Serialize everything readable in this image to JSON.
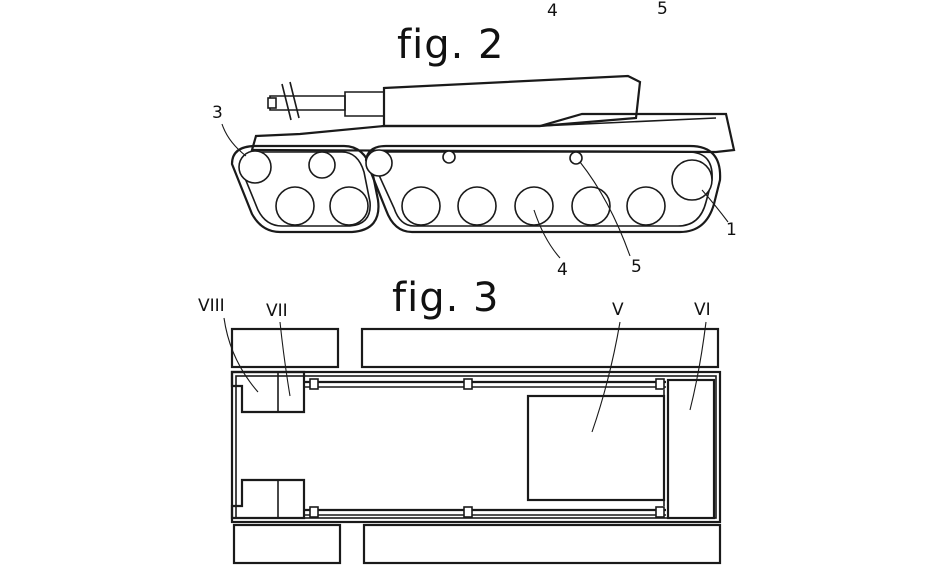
{
  "page_top": {
    "label_a": "4",
    "label_b": "5"
  },
  "fig2": {
    "title": "fig. 2",
    "labels": {
      "drive_sprocket": "1",
      "idler_sprocket": "3",
      "road_wheel": "4",
      "support_roller": "5"
    }
  },
  "fig3": {
    "title": "fig. 3",
    "labels": {
      "viii": "VIII",
      "vii": "VII",
      "v": "V",
      "vi": "VI"
    }
  },
  "colors": {
    "ink": "#1a1a1a",
    "paper": "#ffffff"
  }
}
